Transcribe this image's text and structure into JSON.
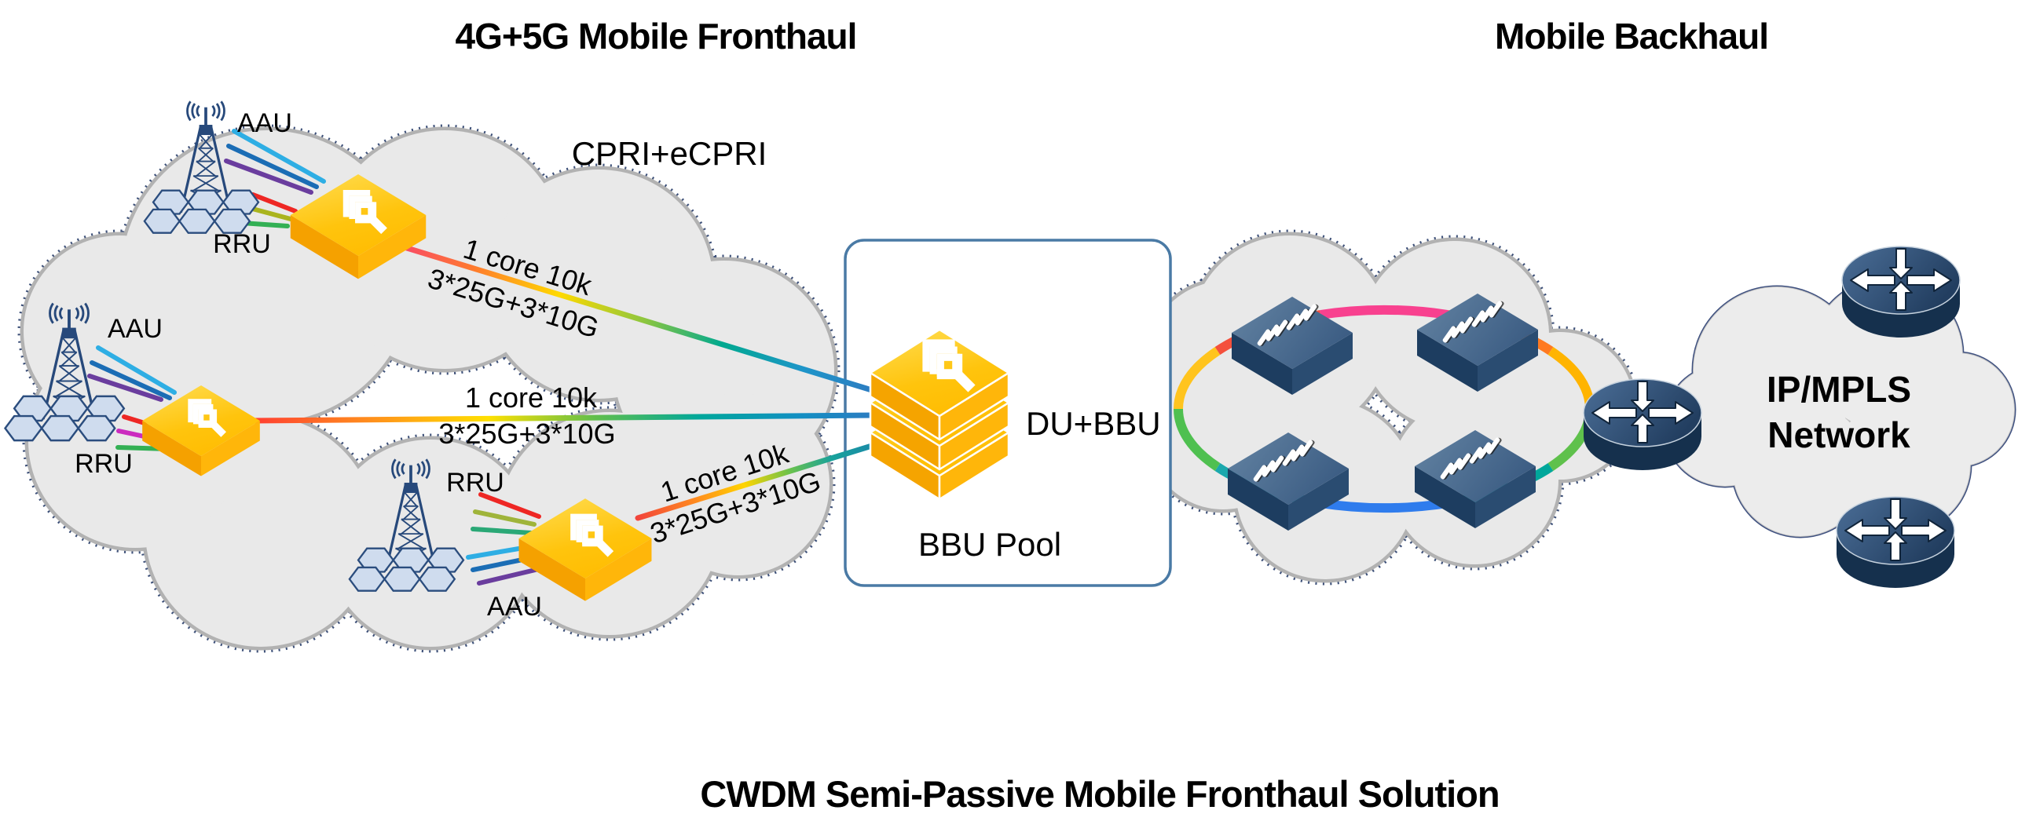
{
  "titles": {
    "fronthaul": "4G+5G Mobile Fronthaul",
    "backhaul": "Mobile Backhaul",
    "caption": "CWDM Semi-Passive Mobile Fronthaul Solution"
  },
  "fronthaul_cloud": {
    "protocol_label": "CPRI+eCPRI",
    "sites": [
      {
        "antenna_label": "AAU",
        "radio_label": "RRU"
      },
      {
        "antenna_label": "AAU",
        "radio_label": "RRU"
      },
      {
        "antenna_label": "AAU",
        "radio_label": "RRU"
      }
    ],
    "links": [
      {
        "capacity": "1 core 10k",
        "channels": "3*25G+3*10G"
      },
      {
        "capacity": "1 core 10k",
        "channels": "3*25G+3*10G"
      },
      {
        "capacity": "1 core 10k",
        "channels": "3*25G+3*10G"
      }
    ]
  },
  "bbu_pool": {
    "device_label": "DU+BBU",
    "box_label": "BBU Pool"
  },
  "backhaul_cloud": {
    "network_line1": "IP/MPLS",
    "network_line2": "Network"
  },
  "colors": {
    "device_yellow": "#ffc20e",
    "node_navy": "#24466b",
    "cloud_fill": "#e9e9e9",
    "accent_blue": "#2d7cc1",
    "ring_pink": "#f8418f"
  }
}
